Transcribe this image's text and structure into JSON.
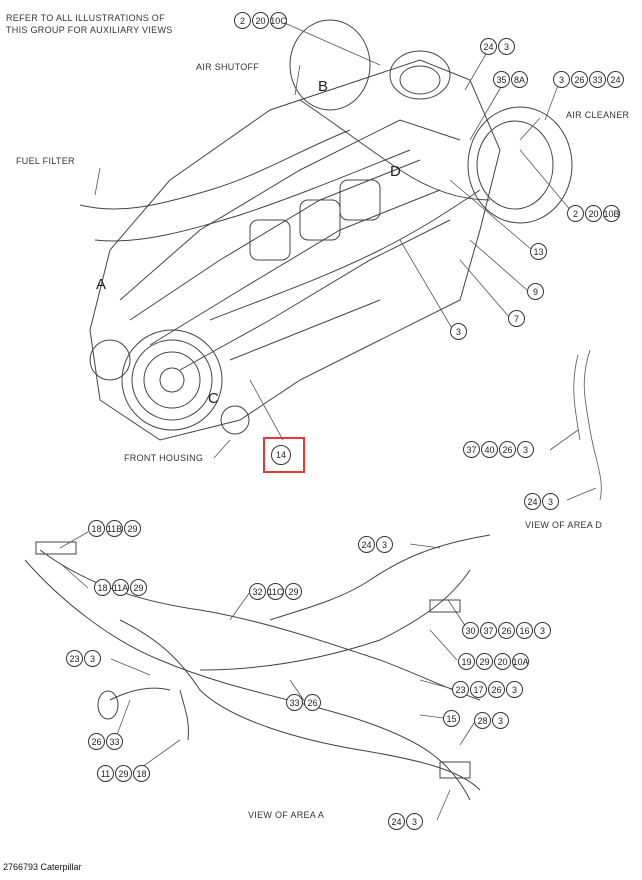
{
  "header": {
    "note_line1": "REFER TO ALL ILLUSTRATIONS OF",
    "note_line2": "THIS GROUP FOR AUXILIARY VIEWS"
  },
  "labels": {
    "air_shutoff": "AIR SHUTOFF",
    "air_cleaner": "AIR CLEANER",
    "fuel_filter": "FUEL FILTER",
    "front_housing": "FRONT HOUSING",
    "view_area_d": "VIEW OF AREA D",
    "view_area_a": "VIEW OF AREA A"
  },
  "zones": {
    "a": "A",
    "b": "B",
    "c": "C",
    "d": "D"
  },
  "callouts": {
    "c1": [
      "2",
      "20",
      "10C"
    ],
    "c2": [
      "24",
      "3"
    ],
    "c3": [
      "35",
      "8A"
    ],
    "c4": [
      "3",
      "26",
      "33",
      "24"
    ],
    "c5": [
      "2",
      "20",
      "10B"
    ],
    "c6": [
      "13"
    ],
    "c7": [
      "9"
    ],
    "c8": [
      "7"
    ],
    "c9": [
      "3"
    ],
    "c10": [
      "37",
      "40",
      "26",
      "3"
    ],
    "c11": [
      "24",
      "3"
    ],
    "c12": [
      "18",
      "11B",
      "29"
    ],
    "c13": [
      "18",
      "11A",
      "29"
    ],
    "c14": [
      "24",
      "3"
    ],
    "c15": [
      "32",
      "11C",
      "29"
    ],
    "c16": [
      "30",
      "37",
      "26",
      "16",
      "3"
    ],
    "c17": [
      "19",
      "29",
      "20",
      "10A"
    ],
    "c18": [
      "23",
      "3"
    ],
    "c19": [
      "23",
      "17",
      "26",
      "3"
    ],
    "c20": [
      "33",
      "26"
    ],
    "c21": [
      "15"
    ],
    "c22": [
      "28",
      "3"
    ],
    "c23": [
      "26",
      "33"
    ],
    "c24": [
      "11",
      "29",
      "18"
    ],
    "c25": [
      "24",
      "3"
    ],
    "highlight": "14"
  },
  "footer": {
    "text": "2766793 Caterpillar"
  },
  "colors": {
    "highlight": "#e53935",
    "line": "#333333"
  }
}
